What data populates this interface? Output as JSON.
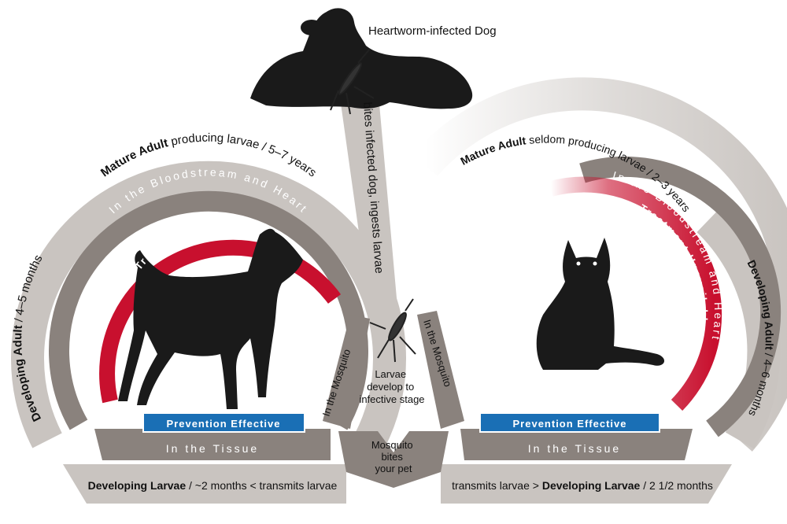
{
  "top": {
    "host_label": "Heartworm-infected Dog",
    "bite_label": "bites infected dog, ingests larvae"
  },
  "center": {
    "mosquito_left": "In the Mosquito",
    "mosquito_right": "In the Mosquito",
    "larvae_text": [
      "Larvae",
      "develop to",
      "infective stage"
    ],
    "bite_text": [
      "Mosquito",
      "bites",
      "your pet"
    ]
  },
  "dog_cycle": {
    "outer_top": {
      "bold": "Mature Adult",
      "rest": " producing larvae / 5–7 years"
    },
    "outer_left": {
      "bold": "Developing Adult",
      "rest": " / 4–5 months"
    },
    "outer_bottom": {
      "bold": "Developing Larvae",
      "rest": " / ~2 months < transmits larvae"
    },
    "inner_top": "In the Bloodstream and Heart",
    "inner_bottom": "In the Tissue",
    "red_band": "Treatment Required",
    "blue_band": "Prevention Effective"
  },
  "cat_cycle": {
    "outer_top": {
      "bold": "Mature Adult",
      "rest": " seldom producing larvae / 2–3 years"
    },
    "outer_right": {
      "bold": "Developing Adult",
      "rest": " / 4–6 months"
    },
    "outer_bottom": {
      "pre": "transmits larvae > ",
      "bold": "Developing Larvae",
      "rest": " / 2 1/2 months"
    },
    "inner_arc": "In the Bloodstream and Heart",
    "inner_bottom": "In the Tissue",
    "red_band": "Treatment Unavailable",
    "blue_band": "Prevention Effective"
  },
  "colors": {
    "outer_ring": "#c9c4c0",
    "inner_ring": "#8a827d",
    "treatment_red": "#c8102e",
    "prevention_blue": "#1a6fb5",
    "silhouette": "#1a1a1a"
  },
  "icons": {
    "host": "lying-dog-icon",
    "dog": "standing-dog-icon",
    "cat": "sitting-cat-icon",
    "mosquito": "mosquito-icon"
  }
}
